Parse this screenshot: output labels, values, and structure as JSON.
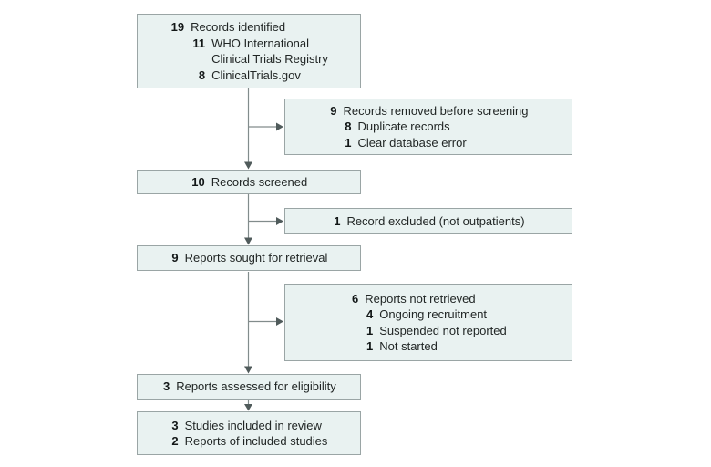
{
  "colors": {
    "box_fill": "#e9f2f1",
    "box_border": "#9aa5a5",
    "arrow_line": "#828c8c",
    "arrow_head": "#505b5b",
    "text": "#212625",
    "number": "#121717"
  },
  "boxes": {
    "identified": {
      "lines": [
        {
          "num": "19",
          "text": "Records identified",
          "sub": false
        },
        {
          "num": "11",
          "text": "WHO International",
          "sub": true
        },
        {
          "num": "",
          "text": "Clinical Trials Registry",
          "sub": true
        },
        {
          "num": "8",
          "text": "ClinicalTrials.gov",
          "sub": true
        }
      ]
    },
    "removed": {
      "lines": [
        {
          "num": "9",
          "text": "Records removed before screening",
          "sub": false
        },
        {
          "num": "8",
          "text": "Duplicate records",
          "sub": true
        },
        {
          "num": "1",
          "text": "Clear database error",
          "sub": true
        }
      ]
    },
    "screened": {
      "lines": [
        {
          "num": "10",
          "text": "Records screened",
          "sub": false
        }
      ]
    },
    "excluded": {
      "lines": [
        {
          "num": "1",
          "text": "Record excluded (not outpatients)",
          "sub": false
        }
      ]
    },
    "sought": {
      "lines": [
        {
          "num": "9",
          "text": "Reports sought for retrieval",
          "sub": false
        }
      ]
    },
    "not_retrieved": {
      "lines": [
        {
          "num": "6",
          "text": "Reports not retrieved",
          "sub": false
        },
        {
          "num": "4",
          "text": "Ongoing recruitment",
          "sub": true
        },
        {
          "num": "1",
          "text": "Suspended not reported",
          "sub": true
        },
        {
          "num": "1",
          "text": "Not started",
          "sub": true
        }
      ]
    },
    "assessed": {
      "lines": [
        {
          "num": "3",
          "text": "Reports assessed for eligibility",
          "sub": false
        }
      ]
    },
    "included": {
      "lines": [
        {
          "num": "3",
          "text": "Studies included in review",
          "sub": false
        },
        {
          "num": "2",
          "text": "Reports of included studies",
          "sub": false
        }
      ]
    }
  }
}
